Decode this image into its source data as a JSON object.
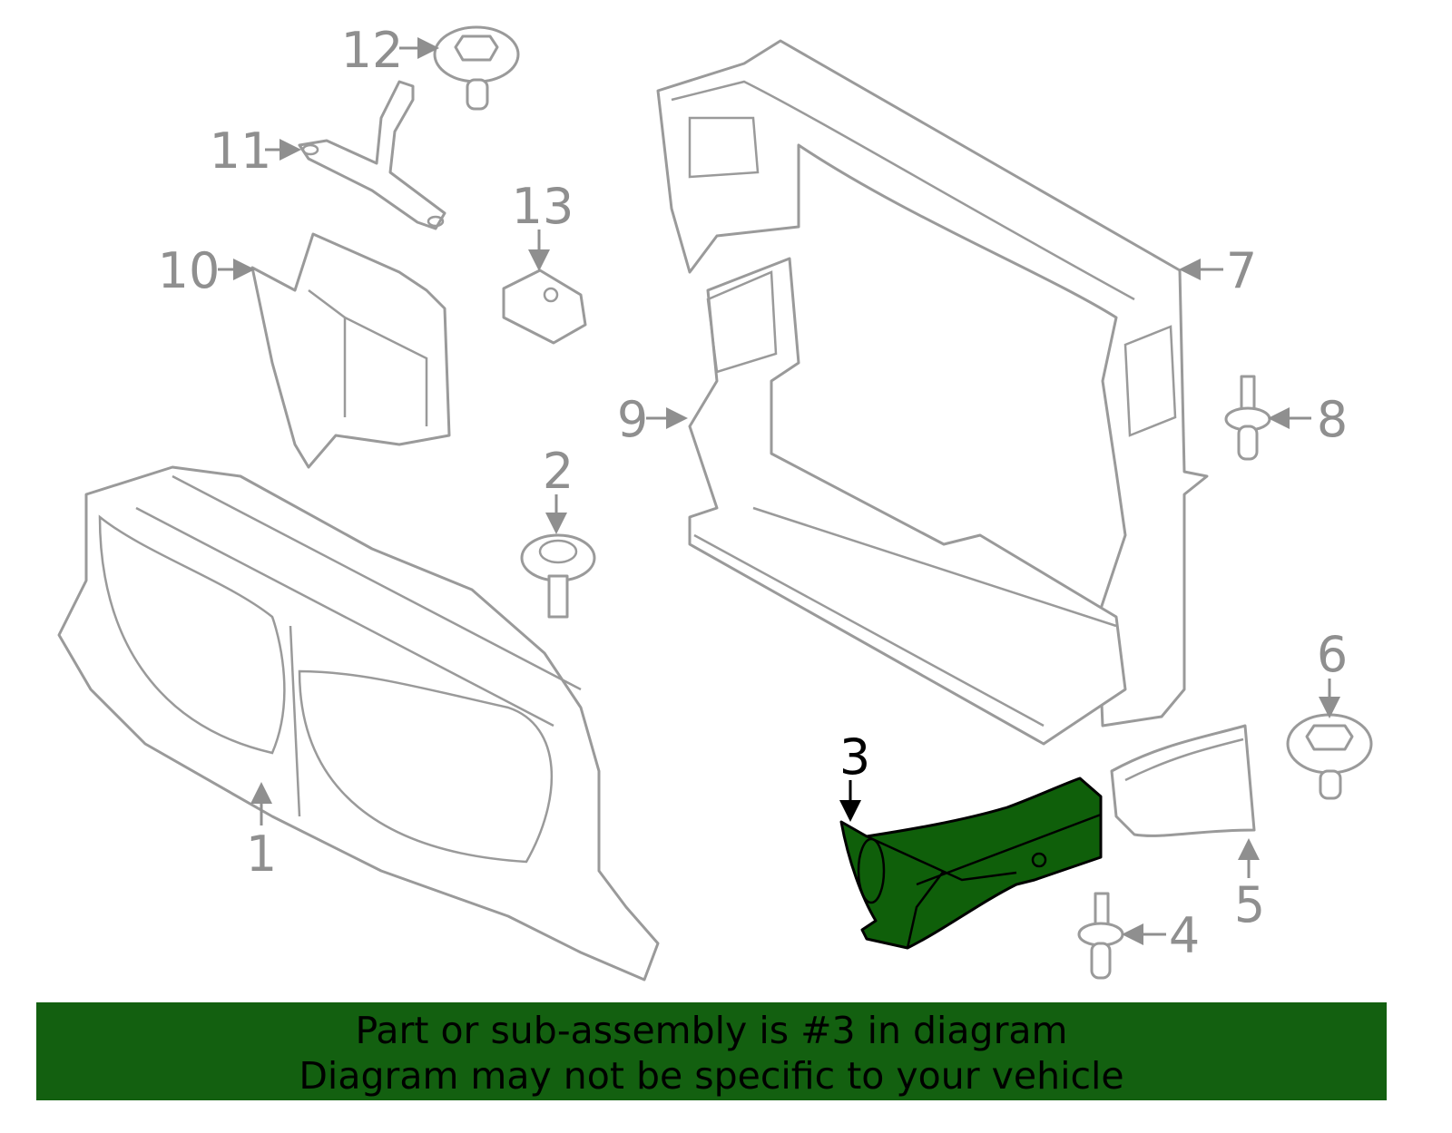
{
  "diagram": {
    "callouts": [
      {
        "id": "1",
        "label": "1"
      },
      {
        "id": "2",
        "label": "2"
      },
      {
        "id": "3",
        "label": "3",
        "highlighted": true
      },
      {
        "id": "4",
        "label": "4"
      },
      {
        "id": "5",
        "label": "5"
      },
      {
        "id": "6",
        "label": "6"
      },
      {
        "id": "7",
        "label": "7"
      },
      {
        "id": "8",
        "label": "8"
      },
      {
        "id": "9",
        "label": "9"
      },
      {
        "id": "10",
        "label": "10"
      },
      {
        "id": "11",
        "label": "11"
      },
      {
        "id": "12",
        "label": "12"
      },
      {
        "id": "13",
        "label": "13"
      }
    ],
    "colors": {
      "highlight": "#0f5f0a",
      "banner": "#136010",
      "line": "#9a9a9a"
    }
  },
  "banner": {
    "line1": "Part or sub-assembly is #3 in diagram",
    "line2": "Diagram may not be specific to your vehicle"
  }
}
